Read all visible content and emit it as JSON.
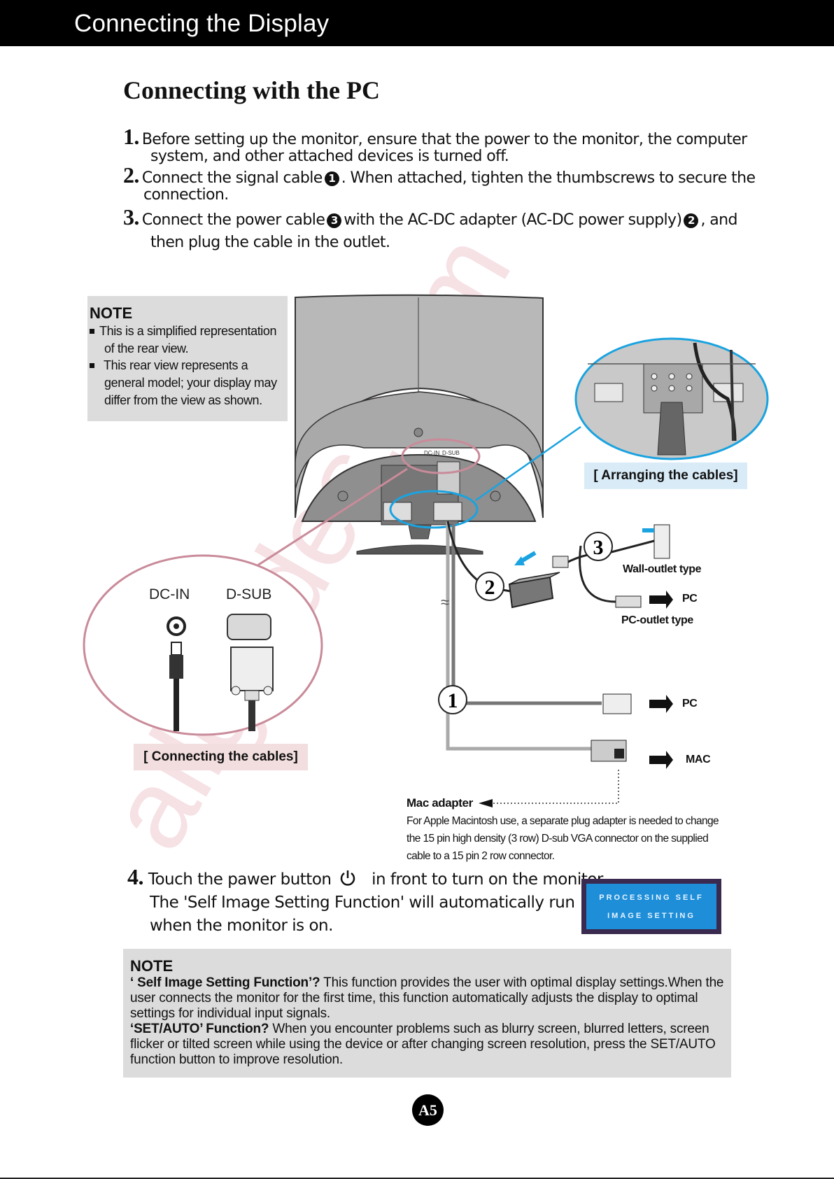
{
  "header": {
    "title": "Connecting the Display"
  },
  "section_title": "Connecting with the PC",
  "steps": [
    {
      "num": "1.",
      "line1": "Before setting up the monitor, ensure that the power to the monitor, the computer",
      "line2": "system, and other attached devices is turned off."
    },
    {
      "num": "2.",
      "line1a": "Connect the signal cable",
      "marker": "1",
      "line1b": ". When attached, tighten the thumbscrews to secure the",
      "line2": "connection."
    },
    {
      "num": "3.",
      "line1a": "Connect the power cable",
      "marker_a": "3",
      "line1b": "with the AC-DC adapter (AC-DC power supply)",
      "marker_b": "2",
      "line1c": ", and",
      "line2": "then plug the cable in the outlet."
    }
  ],
  "note_top": {
    "label": "NOTE",
    "bullets": [
      {
        "l1": "This is a simplified representation",
        "l2": "of the rear view."
      },
      {
        "l1": "This rear view represents a",
        "l2": "general model; your display may",
        "l3": "differ from the view as shown."
      }
    ]
  },
  "diagram": {
    "port_labels_small": {
      "dcin": "DC-IN",
      "dsub": "D-SUB"
    },
    "zoom_labels": {
      "dcin": "DC-IN",
      "dsub": "D-SUB"
    },
    "callout_arranging": "[ Arranging the cables]",
    "callout_connecting": "[ Connecting the cables]",
    "numbers": {
      "one": "1",
      "two": "2",
      "three": "3"
    },
    "wall_outlet": "Wall-outlet type",
    "pc_outlet": "PC-outlet type",
    "pc_label_1": "PC",
    "pc_label_2": "PC",
    "mac_label": "MAC",
    "mac_adapter": "Mac adapter",
    "mac_note_l1": "For Apple Macintosh use, a  separate plug adapter is needed to change",
    "mac_note_l2": "the 15 pin high density (3 row) D-sub VGA connector on the supplied",
    "mac_note_l3": "cable to a 15 pin  2 row connector.",
    "watermark": "allguides.com",
    "colors": {
      "blue_callout": "#1aa3e0",
      "pink_callout": "#c98b9a"
    }
  },
  "step4": {
    "num": "4.",
    "line1a": "Touch the pawer button",
    "line1b": "in front to turn on the monitor.",
    "line2": "The 'Self Image Setting Function' will automatically run",
    "line3": "when the monitor is on."
  },
  "osd": {
    "line1": "PROCESSING SELF",
    "line2": "IMAGE SETTING"
  },
  "note_bottom": {
    "label": "NOTE",
    "p1_bold": "‘ Self Image Setting Function’?",
    "p1": " This function provides the user with optimal display settings.When the user connects the monitor for the first time, this function automatically adjusts the display to optimal settings for individual input signals.",
    "p2_bold": "‘SET/AUTO’ Function?",
    "p2": " When you encounter problems such as blurry screen, blurred letters, screen flicker or tilted screen while using the device or after changing screen resolution, press the SET/AUTO function button to improve resolution."
  },
  "page_number": "A5"
}
